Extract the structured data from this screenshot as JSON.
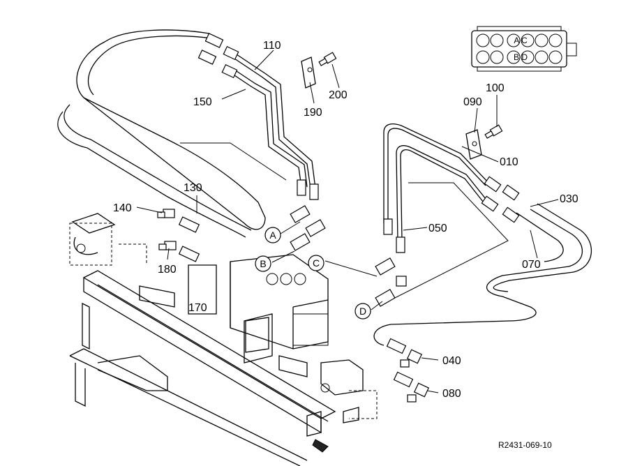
{
  "drawing_code": "R2431-069-10",
  "part_numbers": [
    {
      "id": "p110",
      "label": "110"
    },
    {
      "id": "p150",
      "label": "150"
    },
    {
      "id": "p190",
      "label": "190"
    },
    {
      "id": "p200",
      "label": "200"
    },
    {
      "id": "p130",
      "label": "130"
    },
    {
      "id": "p140",
      "label": "140"
    },
    {
      "id": "p180",
      "label": "180"
    },
    {
      "id": "p170",
      "label": "170"
    },
    {
      "id": "p100",
      "label": "100"
    },
    {
      "id": "p090",
      "label": "090"
    },
    {
      "id": "p010",
      "label": "010"
    },
    {
      "id": "p030",
      "label": "030"
    },
    {
      "id": "p050",
      "label": "050"
    },
    {
      "id": "p070",
      "label": "070"
    },
    {
      "id": "p040",
      "label": "040"
    },
    {
      "id": "p080",
      "label": "080"
    }
  ],
  "port_markers": [
    {
      "id": "mA",
      "label": "A"
    },
    {
      "id": "mB",
      "label": "B"
    },
    {
      "id": "mC",
      "label": "C"
    },
    {
      "id": "mD",
      "label": "D"
    }
  ],
  "inset": {
    "top_label": "A C",
    "bottom_label": "B D"
  }
}
